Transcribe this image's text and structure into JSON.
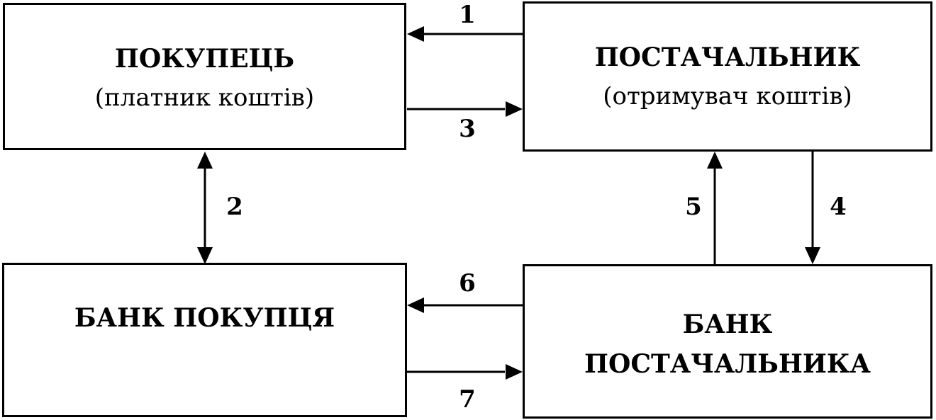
{
  "buyer": {
    "title": "ПОКУПЕЦЬ",
    "subtitle": "(платник коштів)"
  },
  "supplier": {
    "title": "ПОСТАЧАЛЬНИК",
    "subtitle": "(отримувач коштів)"
  },
  "buyer_bank": {
    "title": "БАНК ПОКУПЦЯ"
  },
  "supplier_bank": {
    "title_line1": "БАНК",
    "title_line2": "ПОСТАЧАЛЬНИКА"
  },
  "flows": [
    {
      "label": "1",
      "from": "ПОСТАЧАЛЬНИК",
      "to": "ПОКУПЕЦЬ"
    },
    {
      "label": "2",
      "from": "ПОКУПЕЦЬ",
      "to": "БАНК ПОКУПЦЯ",
      "bidirectional": true
    },
    {
      "label": "3",
      "from": "ПОКУПЕЦЬ",
      "to": "ПОСТАЧАЛЬНИК"
    },
    {
      "label": "4",
      "from": "ПОСТАЧАЛЬНИК",
      "to": "БАНК ПОСТАЧАЛЬНИКА"
    },
    {
      "label": "5",
      "from": "БАНК ПОСТАЧАЛЬНИКА",
      "to": "ПОСТАЧАЛЬНИК"
    },
    {
      "label": "6",
      "from": "БАНК ПОСТАЧАЛЬНИКА",
      "to": "БАНК ПОКУПЦЯ"
    },
    {
      "label": "7",
      "from": "БАНК ПОКУПЦЯ",
      "to": "БАНК ПОСТАЧАЛЬНИКА"
    }
  ]
}
